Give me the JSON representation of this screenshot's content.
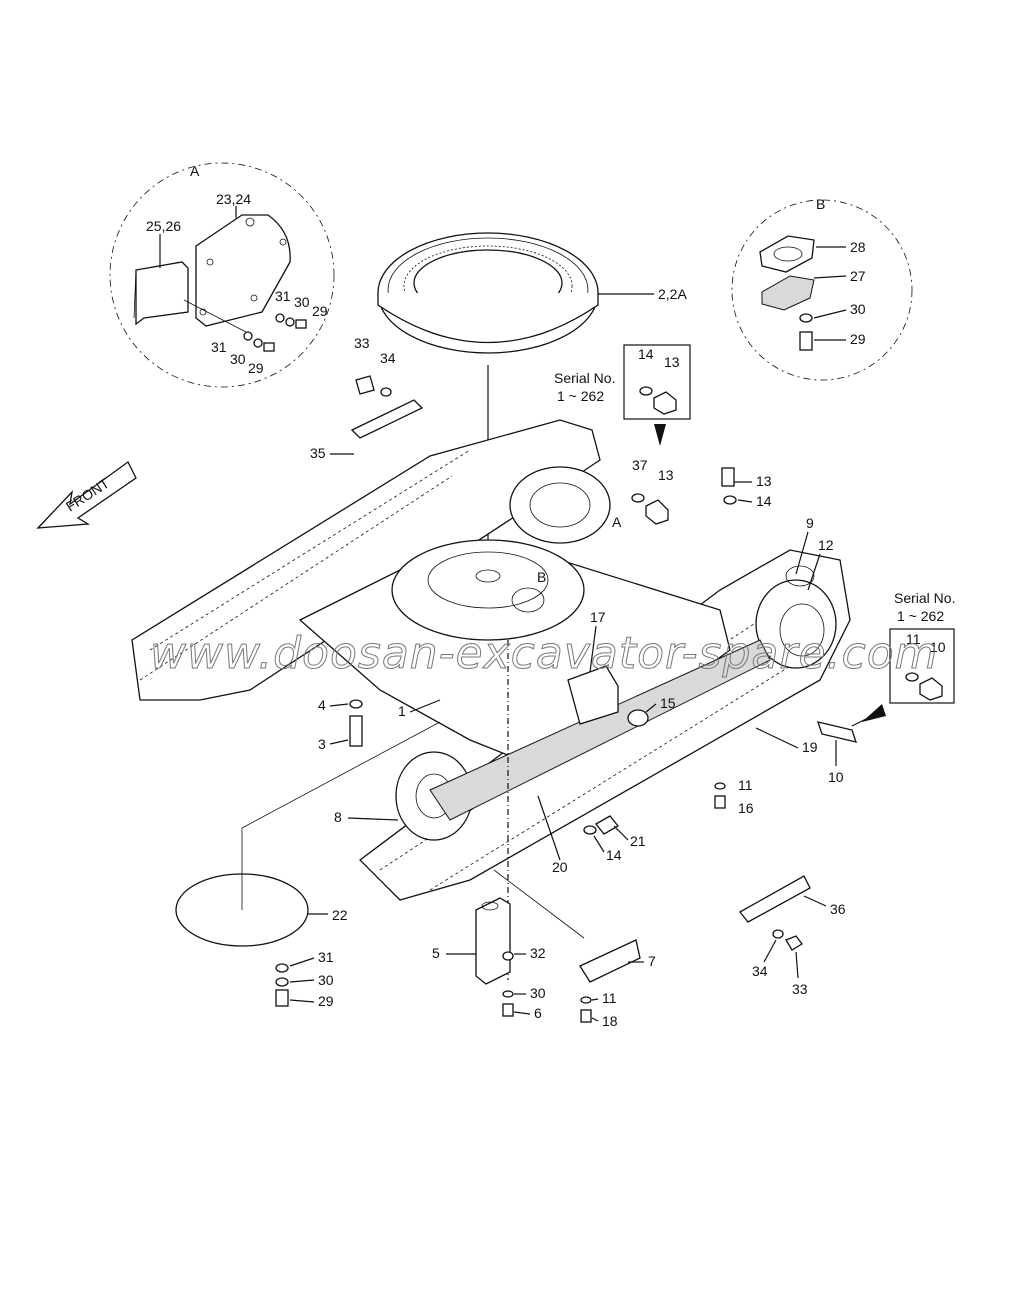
{
  "detail_a": {
    "letter": "A",
    "labels": [
      "25,26",
      "23,24",
      "31",
      "30",
      "29",
      "31",
      "30",
      "29"
    ]
  },
  "detail_b": {
    "letter": "B",
    "labels": [
      "28",
      "27",
      "30",
      "29"
    ]
  },
  "swing_bearing_label": "2,2A",
  "front_label": "FRONT",
  "serial_note_top": {
    "line1": "Serial No.",
    "line2": "1 ~ 262",
    "labels": [
      "14",
      "13"
    ]
  },
  "serial_note_right": {
    "line1": "Serial No.",
    "line2": "1 ~ 262",
    "labels": [
      "11",
      "10"
    ]
  },
  "inline_refs": {
    "a": "A",
    "b": "B"
  },
  "callouts": [
    "33",
    "34",
    "35",
    "37",
    "13",
    "13",
    "14",
    "9",
    "12",
    "17",
    "15",
    "4",
    "3",
    "1",
    "19",
    "11",
    "16",
    "10",
    "8",
    "20",
    "14",
    "21",
    "22",
    "31",
    "30",
    "29",
    "5",
    "32",
    "30",
    "6",
    "7",
    "11",
    "18",
    "36",
    "34",
    "33"
  ],
  "watermark": "www.doosan-excavator-spare.com"
}
